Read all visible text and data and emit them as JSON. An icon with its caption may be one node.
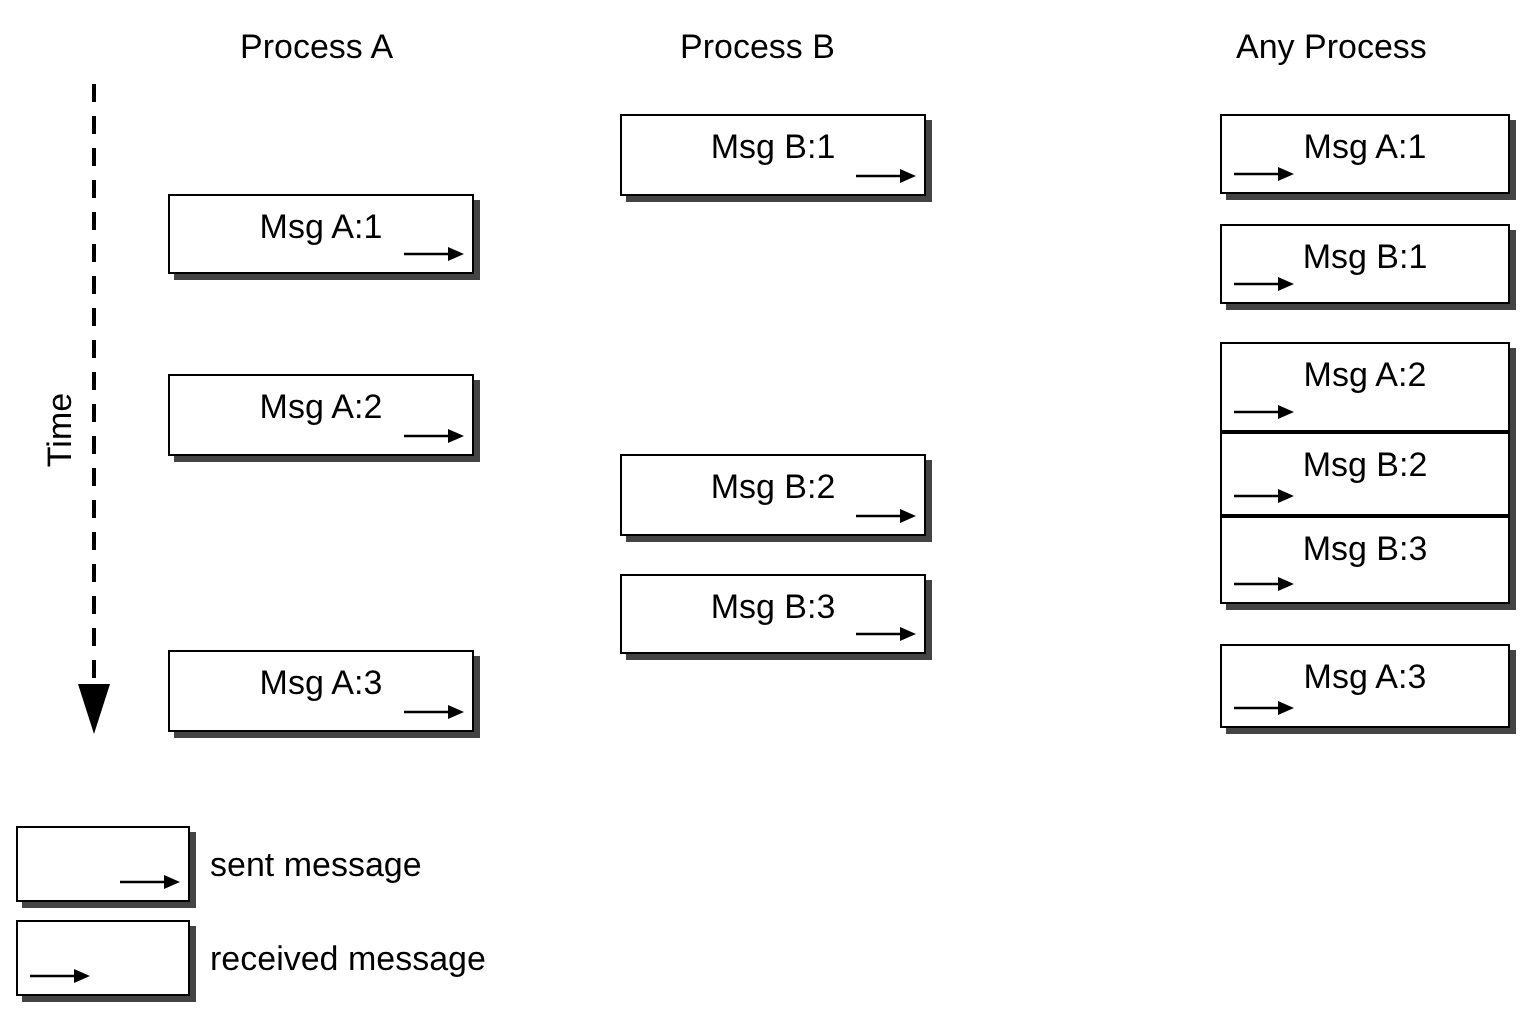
{
  "diagram": {
    "nodes": [
      {
        "text": [
          "Msg A:1"
        ]
      },
      {
        "text": [
          "Msg A:2"
        ]
      },
      {
        "text": [
          "Msg A:3"
        ]
      },
      {
        "text": [
          "Msg B:1"
        ]
      },
      {
        "text": [
          "Msg B:2"
        ]
      },
      {
        "text": [
          "Msg B:3"
        ]
      },
      {
        "text": [
          "Msg A:1"
        ]
      },
      {
        "text": [
          "Msg B:1"
        ]
      },
      {
        "text": [
          "Msg A:2"
        ]
      },
      {
        "text": [
          "Msg B:2"
        ]
      },
      {
        "text": [
          "Msg B:3"
        ]
      },
      {
        "text": [
          "Msg A:3"
        ]
      }
    ],
    "edges": [],
    "labels": [
      "Process A",
      "Process B",
      "Any Process",
      "Time"
    ],
    "legend": [
      {
        "text": "sent message"
      },
      {
        "text": "received message"
      }
    ]
  }
}
